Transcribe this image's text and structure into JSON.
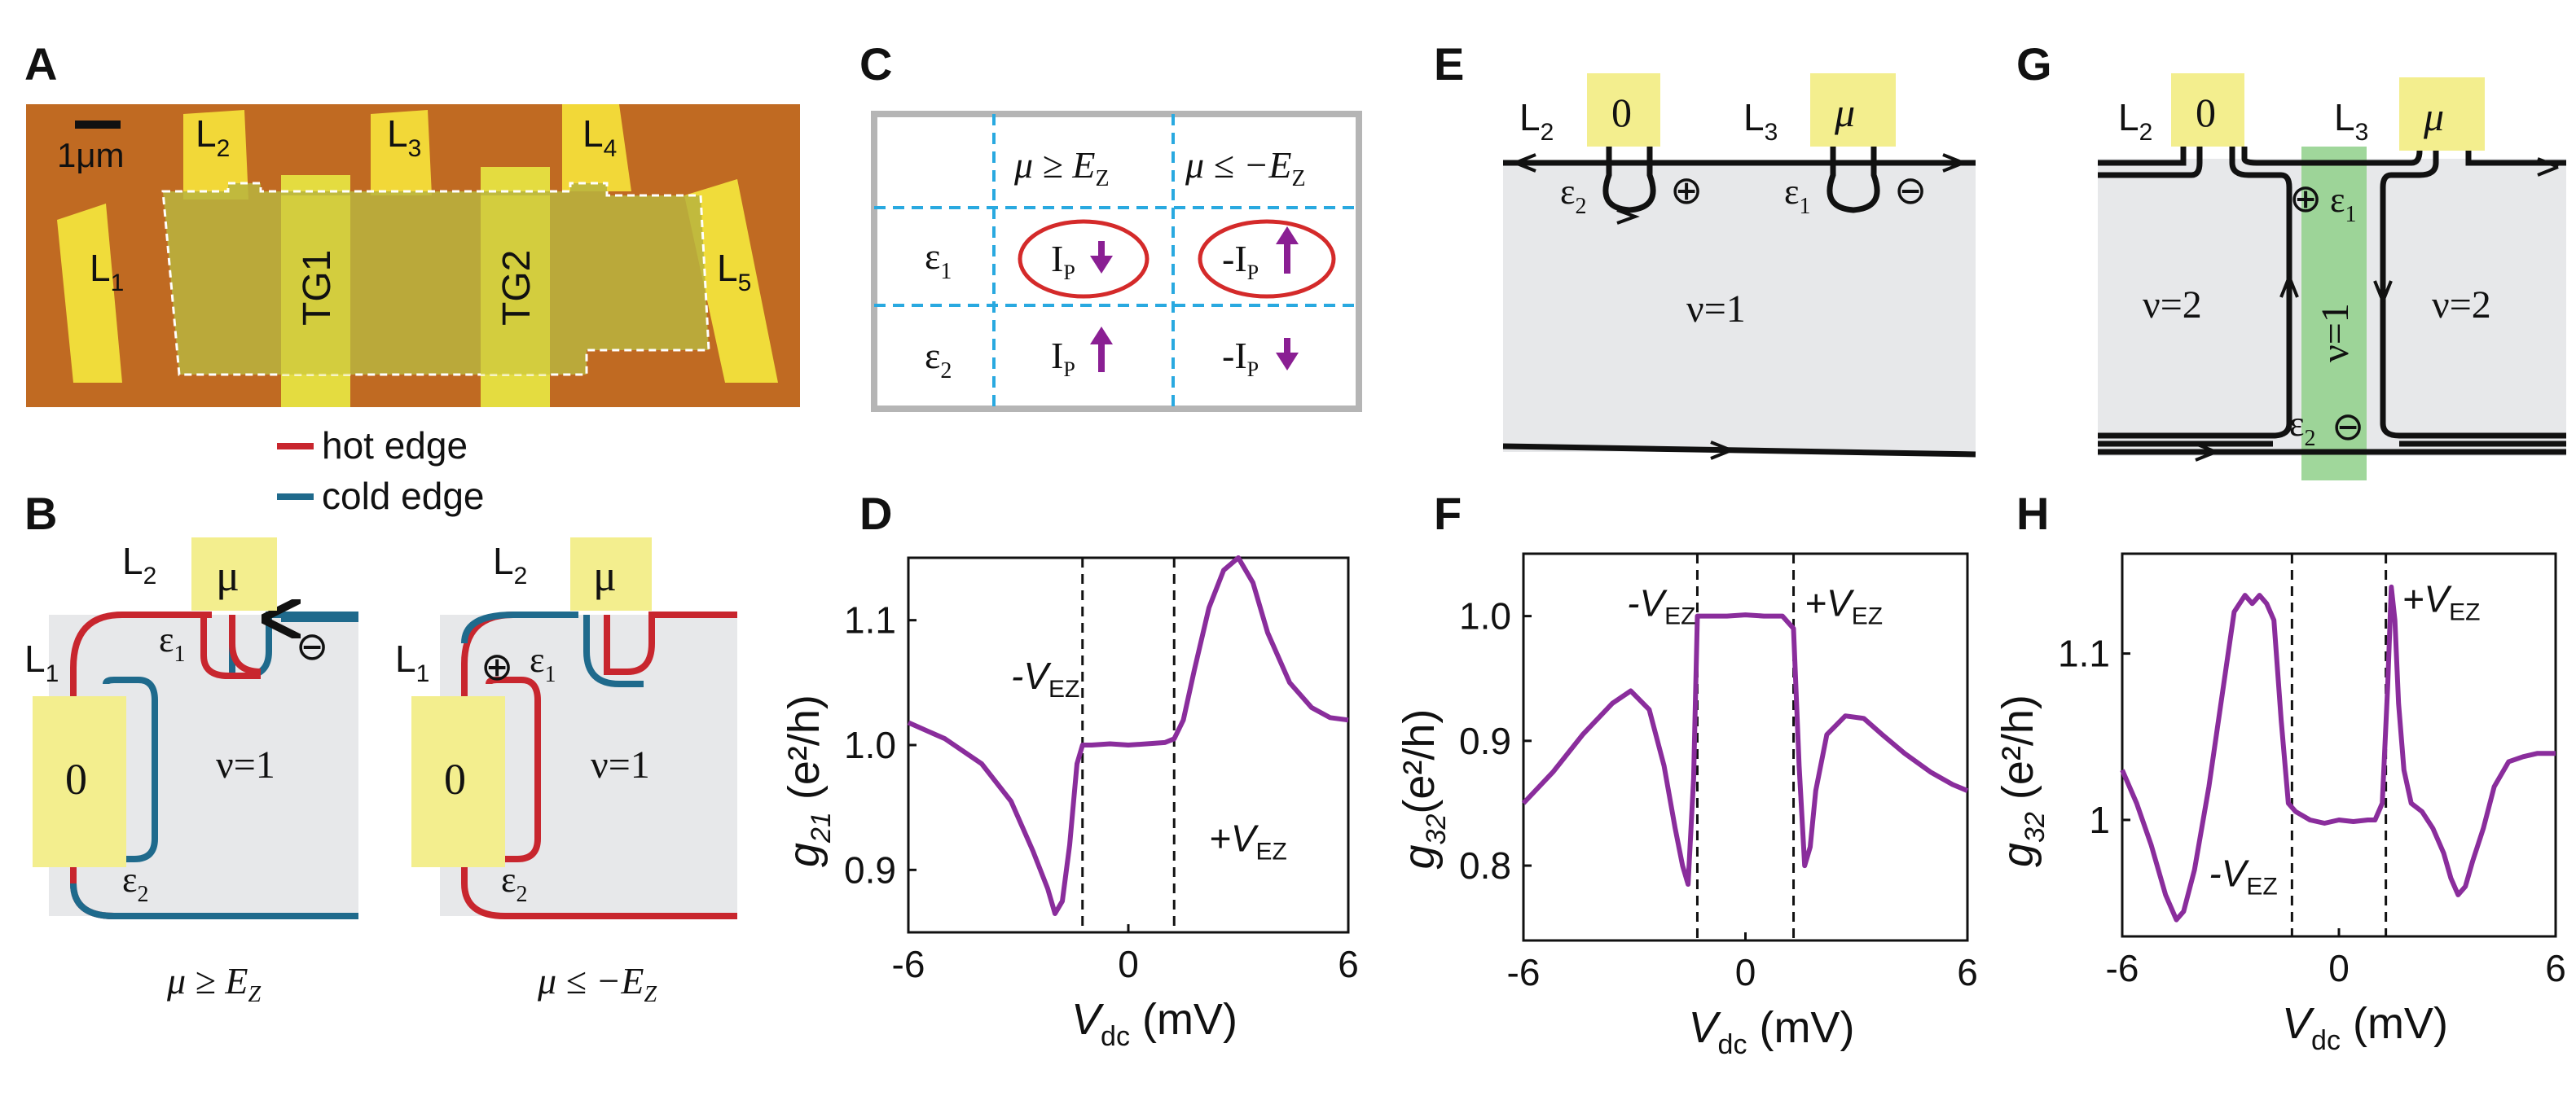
{
  "panels": {
    "A": "A",
    "B": "B",
    "C": "C",
    "D": "D",
    "E": "E",
    "F": "F",
    "G": "G",
    "H": "H"
  },
  "panel_a": {
    "scale": "1μm",
    "leads": [
      "L",
      "L",
      "L",
      "L",
      "L"
    ],
    "lead_subs": [
      "1",
      "2",
      "3",
      "4",
      "5"
    ],
    "gates": [
      "TG1",
      "TG2"
    ],
    "colors": {
      "background": "#c06a22",
      "mesa": "#bdb53c",
      "lead": "#f0dc3a"
    }
  },
  "legend": {
    "hot": "hot edge",
    "cold": "cold edge",
    "hot_color": "#c8262e",
    "cold_color": "#1f6a8c"
  },
  "panel_b": {
    "left": {
      "l2": "L",
      "l2_sub": "2",
      "l1": "L",
      "l1_sub": "1",
      "contact_mu": "μ",
      "contact_0": "0",
      "eps1": "ε",
      "eps1_sub": "1",
      "eps2": "ε",
      "eps2_sub": "2",
      "sign": "⊖",
      "nu": "ν=1",
      "cond": "μ ≥ E",
      "cond_sub": "Z"
    },
    "right": {
      "l2": "L",
      "l2_sub": "2",
      "l1": "L",
      "l1_sub": "1",
      "contact_mu": "μ",
      "contact_0": "0",
      "eps1": "ε",
      "eps1_sub": "1",
      "eps2": "ε",
      "eps2_sub": "2",
      "sign": "⊕",
      "nu": "ν=1",
      "cond": "μ ≤ −E",
      "cond_sub": "Z"
    }
  },
  "panel_c": {
    "col1": "μ ≥ E",
    "col1_sub": "Z",
    "col2": "μ ≤ −E",
    "col2_sub": "Z",
    "row1": "ε",
    "row1_sub": "1",
    "row2": "ε",
    "row2_sub": "2",
    "cells": {
      "r1c1": "I",
      "r1c1_sub": "P",
      "r1c1_arrow": "down",
      "r1c2": "-I",
      "r1c2_sub": "P",
      "r1c2_arrow": "up",
      "r2c1": "I",
      "r2c1_sub": "P",
      "r2c1_arrow": "up",
      "r2c2": "-I",
      "r2c2_sub": "P",
      "r2c2_arrow": "down"
    },
    "arrow_color": "#8a1f93",
    "circle_color": "#d42a2a"
  },
  "panel_e": {
    "l2": "L",
    "l2_sub": "2",
    "l3": "L",
    "l3_sub": "3",
    "contact_0": "0",
    "contact_mu": "μ",
    "eps2": "ε",
    "eps2_sub": "2",
    "eps1": "ε",
    "eps1_sub": "1",
    "sign_plus": "⊕",
    "sign_minus": "⊖",
    "nu": "ν=1"
  },
  "panel_g": {
    "l2": "L",
    "l2_sub": "2",
    "l3": "L",
    "l3_sub": "3",
    "contact_0": "0",
    "contact_mu": "μ",
    "eps1": "ε",
    "eps1_sub": "1",
    "eps2": "ε",
    "eps2_sub": "2",
    "sign_plus": "⊕",
    "sign_minus": "⊖",
    "nu_left": "ν=2",
    "nu_mid": "ν=1",
    "nu_right": "ν=2",
    "stripe_color": "#8fd08a"
  },
  "chart_data": [
    {
      "panel": "D",
      "type": "line",
      "xlabel": "V",
      "xlabel_sub": "dc",
      "xlabel_unit": " (mV)",
      "ylabel": "g",
      "ylabel_sub": "21",
      "ylabel_unit": " (e²/h)",
      "xlim": [
        -6,
        6
      ],
      "ylim": [
        0.85,
        1.15
      ],
      "xticks": [
        "-6",
        "0",
        "6"
      ],
      "xtick_values": [
        -6,
        0,
        6
      ],
      "yticks": [
        "0.9",
        "1.0",
        "1.1"
      ],
      "ytick_values": [
        0.9,
        1.0,
        1.1
      ],
      "vlines": [
        -1.25,
        1.25
      ],
      "annotations": [
        {
          "text": "-V",
          "sub": "EZ",
          "x": -3.2,
          "y": 1.045
        },
        {
          "text": "+V",
          "sub": "EZ",
          "x": 2.2,
          "y": 0.915
        }
      ],
      "color": "#8a2d9c",
      "series": [
        {
          "x": [
            -6,
            -5,
            -4,
            -3.2,
            -2.6,
            -2.2,
            -2.0,
            -1.8,
            -1.6,
            -1.4,
            -1.25,
            -1.0,
            -0.5,
            0,
            0.5,
            1.0,
            1.25,
            1.5,
            1.8,
            2.2,
            2.6,
            3.0,
            3.4,
            3.8,
            4.4,
            5.0,
            5.5,
            6
          ],
          "y": [
            1.018,
            1.005,
            0.985,
            0.955,
            0.915,
            0.885,
            0.865,
            0.875,
            0.92,
            0.985,
            1.0,
            1.0,
            1.001,
            1.0,
            1.001,
            1.002,
            1.005,
            1.02,
            1.06,
            1.11,
            1.14,
            1.15,
            1.13,
            1.09,
            1.05,
            1.03,
            1.022,
            1.02
          ]
        }
      ]
    },
    {
      "panel": "F",
      "type": "line",
      "xlabel": "V",
      "xlabel_sub": "dc",
      "xlabel_unit": " (mV)",
      "ylabel": "g",
      "ylabel_sub": "32",
      "ylabel_unit": "(e²/h)",
      "xlim": [
        -6,
        6
      ],
      "ylim": [
        0.74,
        1.05
      ],
      "xticks": [
        "-6",
        "0",
        "6"
      ],
      "xtick_values": [
        -6,
        0,
        6
      ],
      "yticks": [
        "0.8",
        "0.9",
        "1.0"
      ],
      "ytick_values": [
        0.8,
        0.9,
        1.0
      ],
      "vlines": [
        -1.3,
        1.3
      ],
      "annotations": [
        {
          "text": "-V",
          "sub": "EZ",
          "x": -3.2,
          "y": 1.0
        },
        {
          "text": "+V",
          "sub": "EZ",
          "x": 1.6,
          "y": 1.0
        }
      ],
      "color": "#8a2d9c",
      "series": [
        {
          "x": [
            -6,
            -5.2,
            -4.4,
            -3.6,
            -3.1,
            -2.6,
            -2.2,
            -1.9,
            -1.7,
            -1.55,
            -1.4,
            -1.3,
            -1.0,
            -0.5,
            0,
            0.5,
            1.0,
            1.3,
            1.45,
            1.6,
            1.75,
            1.9,
            2.2,
            2.7,
            3.2,
            3.7,
            4.3,
            5.0,
            5.6,
            6
          ],
          "y": [
            0.85,
            0.875,
            0.905,
            0.93,
            0.94,
            0.925,
            0.88,
            0.83,
            0.8,
            0.785,
            0.87,
            1.0,
            1.0,
            1.0,
            1.001,
            1.0,
            1.0,
            0.99,
            0.88,
            0.8,
            0.815,
            0.86,
            0.905,
            0.92,
            0.918,
            0.905,
            0.89,
            0.875,
            0.865,
            0.86
          ]
        }
      ]
    },
    {
      "panel": "H",
      "type": "line",
      "xlabel": "V",
      "xlabel_sub": "dc",
      "xlabel_unit": " (mV)",
      "ylabel": "g",
      "ylabel_sub": "32",
      "ylabel_unit": " (e²/h)",
      "xlim": [
        -6,
        6
      ],
      "ylim": [
        0.93,
        1.16
      ],
      "xticks": [
        "-6",
        "0",
        "6"
      ],
      "xtick_values": [
        -6,
        0,
        6
      ],
      "yticks": [
        "1",
        "1.1"
      ],
      "ytick_values": [
        1.0,
        1.1
      ],
      "vlines": [
        -1.3,
        1.3
      ],
      "annotations": [
        {
          "text": "-V",
          "sub": "EZ",
          "x": -3.6,
          "y": 0.96
        },
        {
          "text": "+V",
          "sub": "EZ",
          "x": 1.75,
          "y": 1.125
        }
      ],
      "color": "#8a2d9c",
      "series": [
        {
          "x": [
            -6,
            -5.6,
            -5.2,
            -4.8,
            -4.5,
            -4.3,
            -4.0,
            -3.6,
            -3.2,
            -2.9,
            -2.6,
            -2.4,
            -2.2,
            -2.0,
            -1.8,
            -1.6,
            -1.4,
            -1.2,
            -0.8,
            -0.4,
            0,
            0.4,
            0.8,
            1.0,
            1.2,
            1.35,
            1.45,
            1.55,
            1.65,
            1.8,
            2.0,
            2.3,
            2.6,
            2.9,
            3.1,
            3.3,
            3.5,
            3.7,
            4.0,
            4.3,
            4.7,
            5.1,
            5.5,
            6
          ],
          "y": [
            1.03,
            1.01,
            0.985,
            0.955,
            0.94,
            0.945,
            0.97,
            1.02,
            1.08,
            1.125,
            1.135,
            1.13,
            1.135,
            1.13,
            1.12,
            1.06,
            1.01,
            1.005,
            1.0,
            0.998,
            1.0,
            0.999,
            1.0,
            1.0,
            1.01,
            1.08,
            1.14,
            1.12,
            1.07,
            1.03,
            1.01,
            1.005,
            0.995,
            0.98,
            0.965,
            0.955,
            0.96,
            0.975,
            0.995,
            1.02,
            1.035,
            1.038,
            1.04,
            1.04
          ]
        }
      ]
    }
  ]
}
